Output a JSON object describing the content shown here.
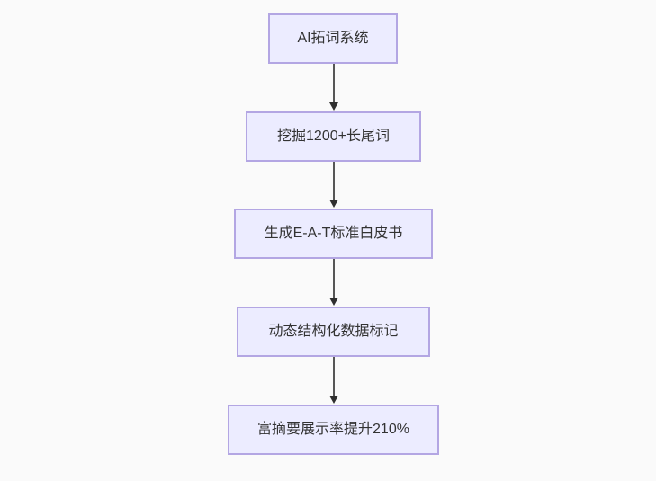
{
  "diagram": {
    "type": "flowchart",
    "direction": "top-down",
    "nodes": [
      {
        "id": "A",
        "label": "AI拓词系统"
      },
      {
        "id": "B",
        "label": "挖掘1200+长尾词"
      },
      {
        "id": "C",
        "label": "生成E-A-T标准白皮书"
      },
      {
        "id": "D",
        "label": "动态结构化数据标记"
      },
      {
        "id": "E",
        "label": "富摘要展示率提升210%"
      }
    ],
    "edges": [
      {
        "from": "A",
        "to": "B"
      },
      {
        "from": "B",
        "to": "C"
      },
      {
        "from": "C",
        "to": "D"
      },
      {
        "from": "D",
        "to": "E"
      }
    ],
    "colors": {
      "node_fill": "#ECECFF",
      "node_border": "#B3A6E3",
      "edge_line": "#565656",
      "arrowhead": "#2F2F2F",
      "text": "#333333",
      "background": "#FAFAFA"
    }
  }
}
